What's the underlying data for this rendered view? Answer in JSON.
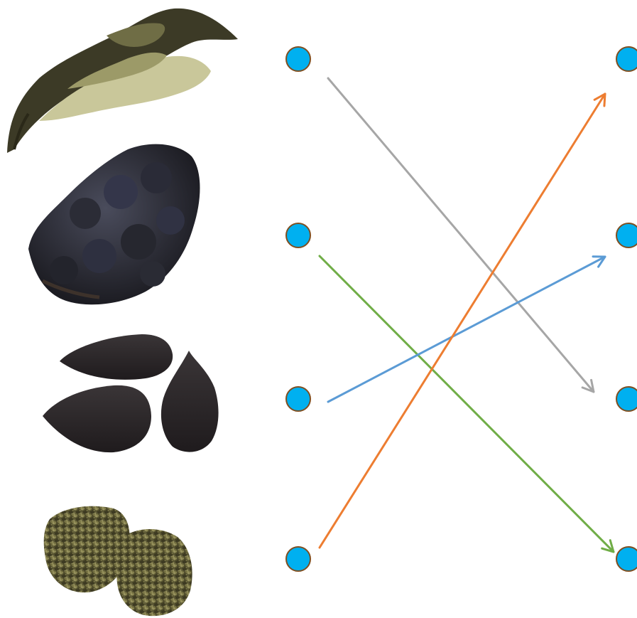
{
  "specimens": [
    {
      "id": "specimen-1",
      "name": "twisted-fibrous-dropping"
    },
    {
      "id": "specimen-2",
      "name": "dark-clumped-dropping"
    },
    {
      "id": "specimen-3",
      "name": "black-pellet-droppings"
    },
    {
      "id": "specimen-4",
      "name": "green-fibrous-pellets"
    }
  ],
  "left_nodes": 4,
  "right_nodes": 4,
  "connections": [
    {
      "from": 1,
      "to": 3,
      "color": "#a6a6a6"
    },
    {
      "from": 2,
      "to": 4,
      "color": "#70ad47"
    },
    {
      "from": 3,
      "to": 2,
      "color": "#5b9bd5"
    },
    {
      "from": 4,
      "to": 1,
      "color": "#ed7d31"
    }
  ],
  "colors": {
    "node_fill": "#00b0f0",
    "node_stroke": "#7f4f21"
  }
}
